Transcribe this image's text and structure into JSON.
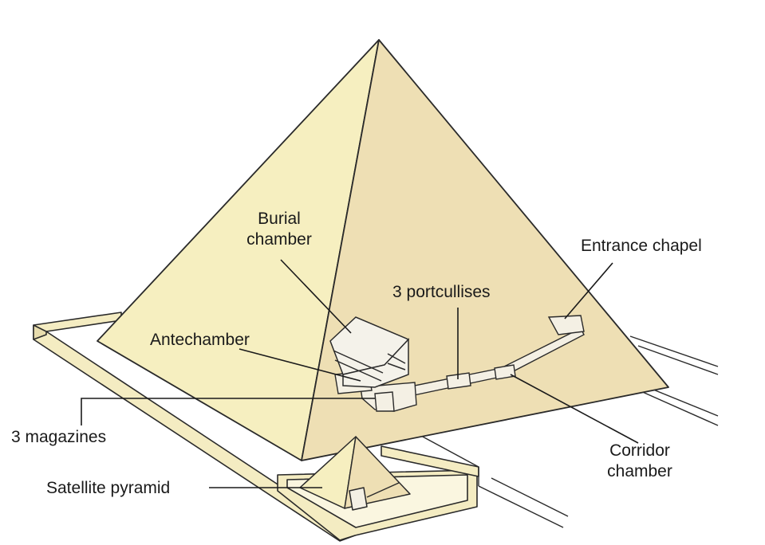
{
  "labels": {
    "burial_chamber": [
      "Burial",
      "chamber"
    ],
    "entrance_chapel": "Entrance chapel",
    "portcullises": "3 portcullises",
    "antechamber": "Antechamber",
    "magazines": "3 magazines",
    "corridor_chamber": [
      "Corridor",
      "chamber"
    ],
    "satellite_pyramid": "Satellite pyramid"
  },
  "colors": {
    "pyramid_light": "#f6efc0",
    "pyramid_shade": "#eedfb4",
    "enclosure": "#f4ecc2",
    "outline": "#2a2a2a"
  }
}
